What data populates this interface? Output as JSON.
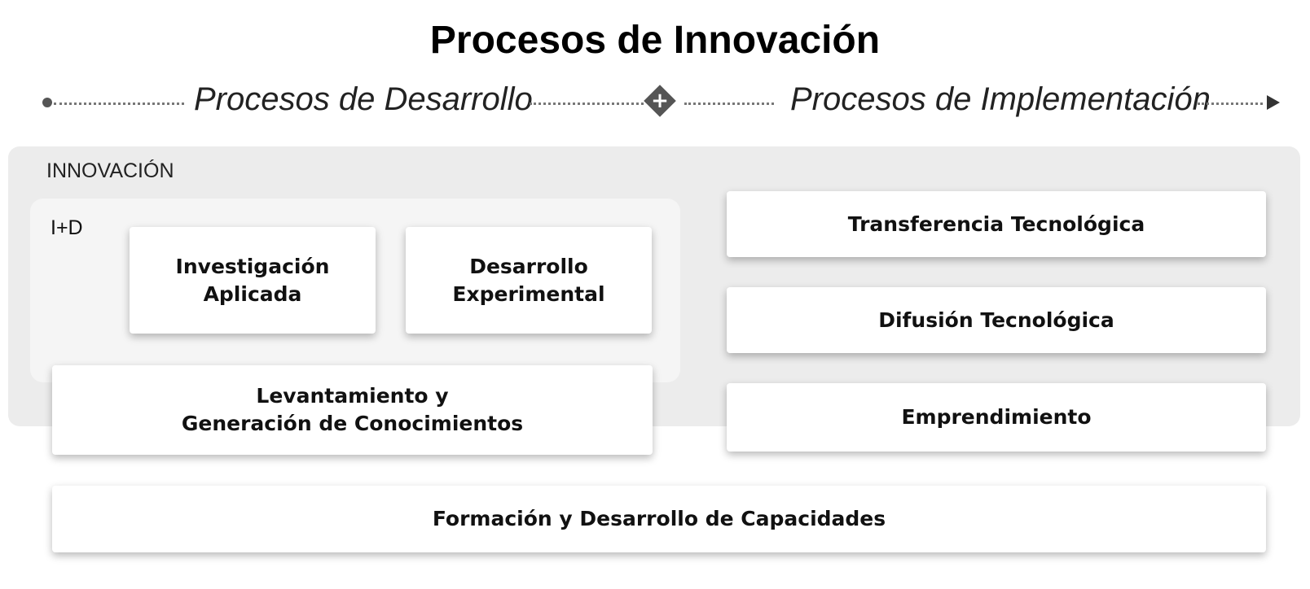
{
  "title": "Procesos de Innovación",
  "timeline": {
    "left_phase": "Procesos de Desarrollo",
    "right_phase": "Procesos de Implementación",
    "junction_symbol": "+"
  },
  "innovation": {
    "label": "INNOVACIÓN",
    "id_group": {
      "label": "I+D",
      "boxes": [
        "Investigación\nAplicada",
        "Desarrollo\nExperimental"
      ]
    },
    "knowledge": "Levantamiento y\nGeneración de Conocimientos",
    "right_boxes": [
      "Transferencia Tecnológica",
      "Difusión Tecnológica",
      "Emprendimiento"
    ]
  },
  "base": "Formación y Desarrollo de Capacidades"
}
